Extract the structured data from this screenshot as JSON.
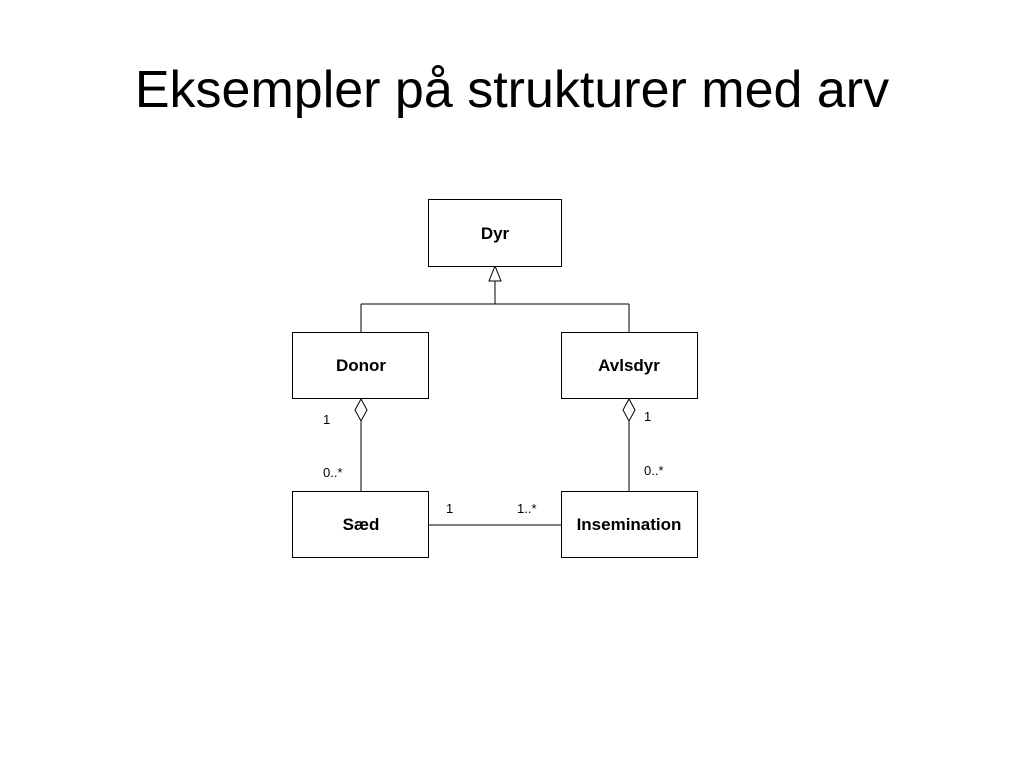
{
  "slide": {
    "title": "Eksempler på strukturer med arv"
  },
  "diagram": {
    "classes": {
      "dyr": "Dyr",
      "donor": "Donor",
      "avlsdyr": "Avlsdyr",
      "saed": "Sæd",
      "insemination": "Insemination"
    },
    "multiplicities": {
      "donor_saed_donor_end": "1",
      "donor_saed_saed_end": "0..*",
      "avlsdyr_insemination_avlsdyr_end": "1",
      "avlsdyr_insemination_insemination_end": "0..*",
      "saed_insemination_saed_end": "1",
      "saed_insemination_insemination_end": "1..*"
    }
  }
}
